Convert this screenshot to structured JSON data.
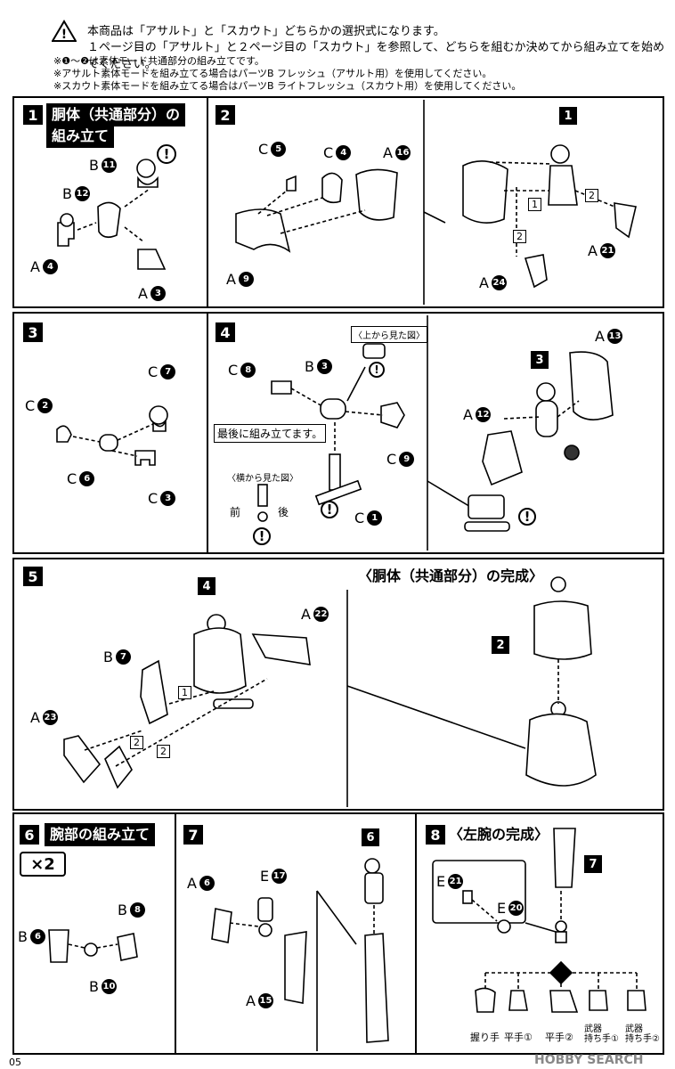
{
  "header": {
    "line1": "本商品は「アサルト」と「スカウト」どちらかの選択式になります。",
    "line2": "１ページ目の「アサルト」と２ページ目の「スカウト」を参照して、どちらを組むか決めてから組み立てを始めてください。",
    "note1": "※❶～❷は素体モード共通部分の組み立てです。",
    "note2": "※アサルト素体モードを組み立てる場合はパーツB フレッシュ（アサルト用）を使用してください。",
    "note3": "※スカウト素体モードを組み立てる場合はパーツB ライトフレッシュ（スカウト用）を使用してください。"
  },
  "steps": {
    "s1": {
      "num": "1",
      "title1": "胴体（共通部分）の",
      "title2": "組み立て"
    },
    "s2": {
      "num": "2"
    },
    "s3": {
      "num": "3"
    },
    "s4": {
      "num": "4",
      "top_view": "〈上から見た図〉",
      "side_view": "〈横から見た図〉",
      "last": "最後に組み立てます。",
      "front": "前",
      "back": "後"
    },
    "s5": {
      "num": "5",
      "complete": "〈胴体（共通部分）の完成〉"
    },
    "s6": {
      "num": "6",
      "title": "腕部の組み立て",
      "times": "×2"
    },
    "s7": {
      "num": "7"
    },
    "s8": {
      "num": "8",
      "title": "〈左腕の完成〉"
    }
  },
  "hands": [
    "握り手",
    "平手①",
    "平手②",
    "武器\n持ち手①",
    "武器\n持ち手②"
  ],
  "footer": {
    "page": "05",
    "watermark": "HOBBY SEARCH"
  }
}
